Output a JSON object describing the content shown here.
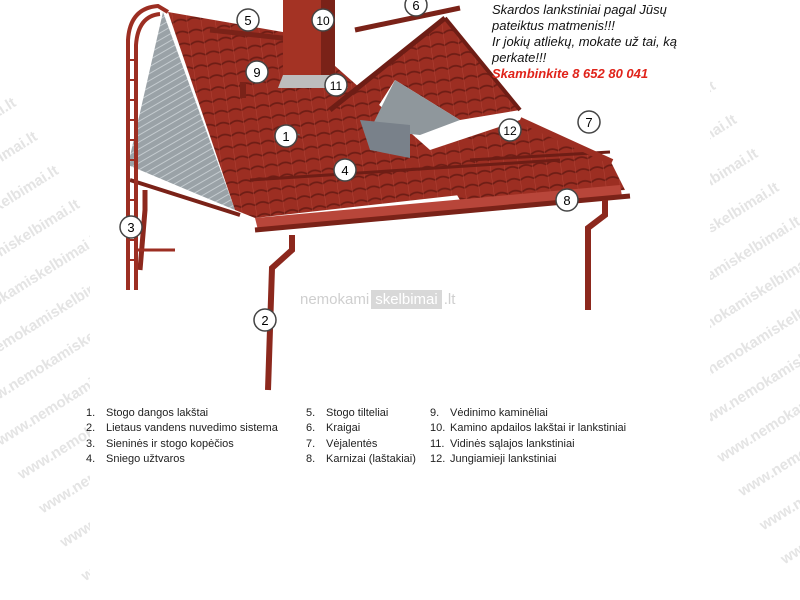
{
  "watermark": "www.nemokamiskelbimai.lt",
  "ad": {
    "line1": "Skardos lankstiniai pagal Jūsų",
    "line2": "pateiktus matmenis!!!",
    "line3": "Ir jokių atliekų, mokate už tai, ką",
    "line4": "perkate!!!",
    "phone": "Skambinkite 8 652 80 041"
  },
  "site_mark": {
    "left": "nemokami",
    "box": "skelbimai",
    "right": ".lt"
  },
  "callouts": [
    "1",
    "2",
    "3",
    "4",
    "5",
    "6",
    "7",
    "8",
    "9",
    "10",
    "11",
    "12"
  ],
  "legend": [
    [
      {
        "n": "1.",
        "t": "Stogo dangos lakštai"
      },
      {
        "n": "2.",
        "t": "Lietaus vandens nuvedimo sistema"
      },
      {
        "n": "3.",
        "t": "Sieninės ir stogo kopėčios"
      },
      {
        "n": "4.",
        "t": "Sniego užtvaros"
      }
    ],
    [
      {
        "n": "5.",
        "t": "Stogo tilteliai"
      },
      {
        "n": "6.",
        "t": "Kraigai"
      },
      {
        "n": "7.",
        "t": "Vėjalentės"
      },
      {
        "n": "8.",
        "t": "Karnizai (laštakiai)"
      }
    ],
    [
      {
        "n": "9.",
        "t": "Vėdinimo kaminėliai"
      },
      {
        "n": "10.",
        "t": "Kamino apdailos lakštai ir lankstiniai"
      },
      {
        "n": "11.",
        "t": "Vidinės sąlajos lankstiniai"
      },
      {
        "n": "12.",
        "t": "Jungiamieji lankstiniai"
      }
    ]
  ],
  "colors": {
    "roof": "#9c2e22",
    "roof_dark": "#6e1d15",
    "gray": "#8f979c",
    "phone": "#e0231a"
  }
}
